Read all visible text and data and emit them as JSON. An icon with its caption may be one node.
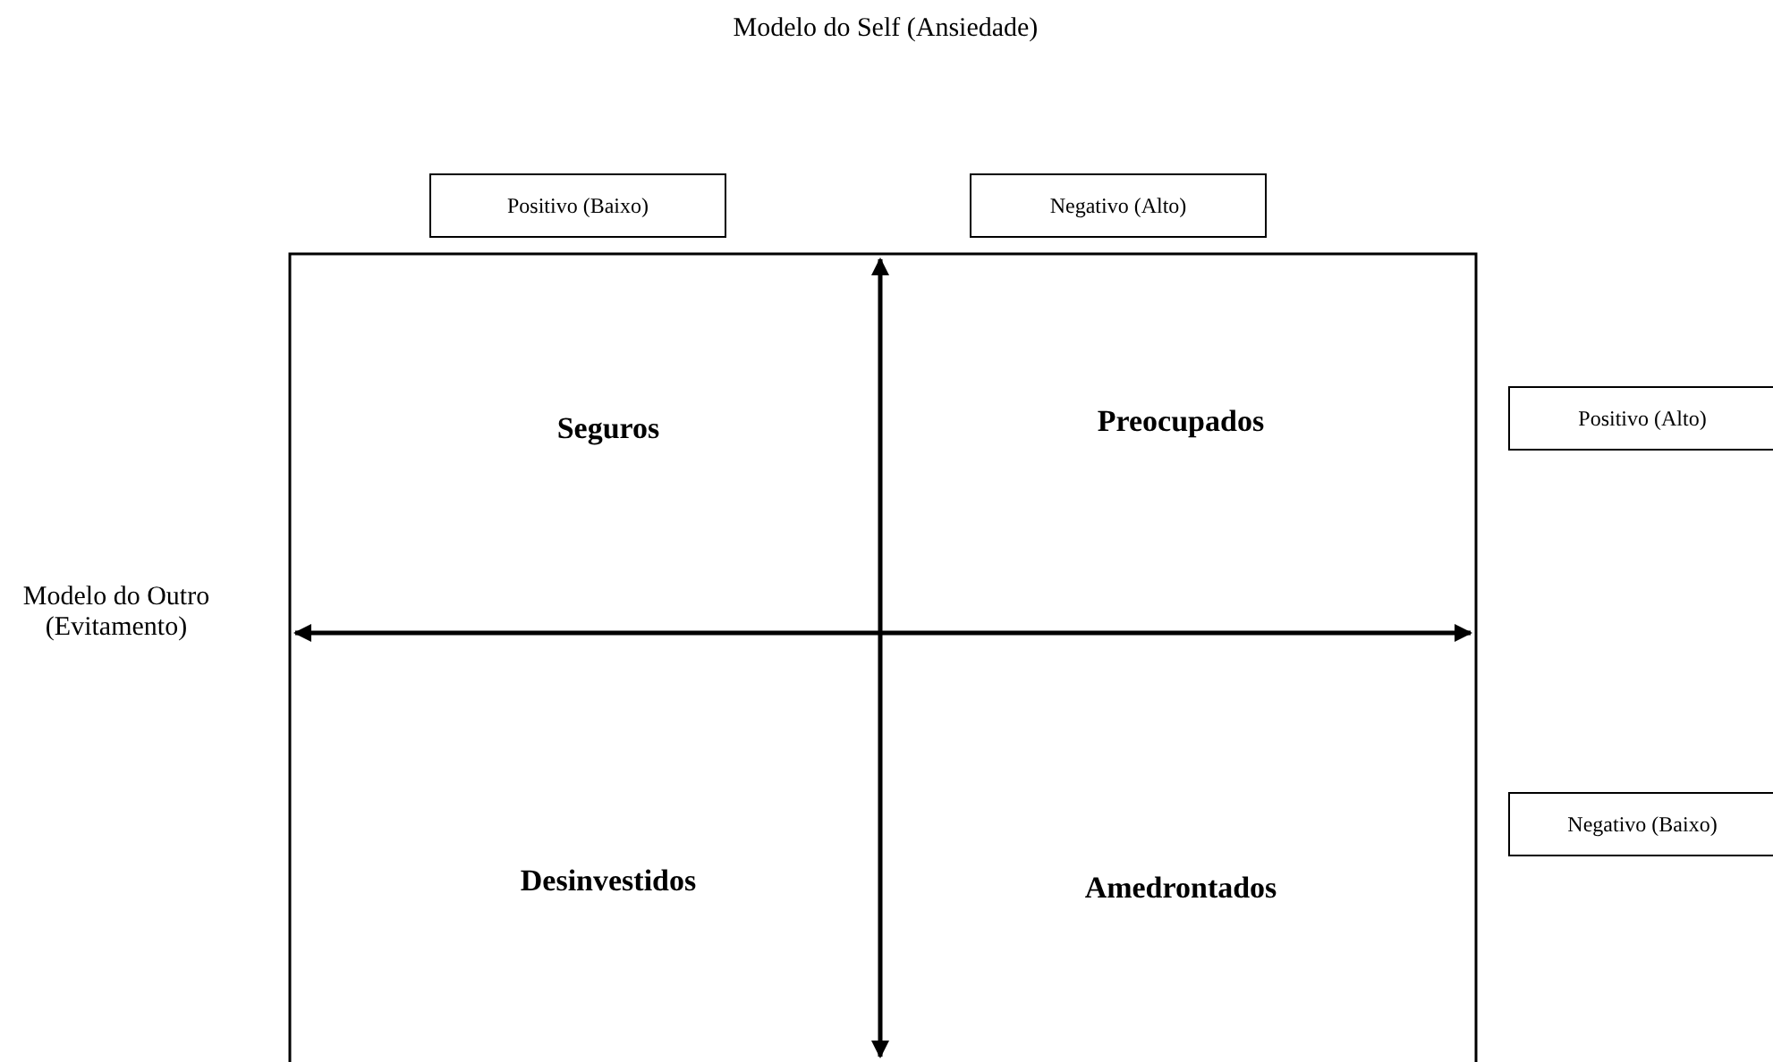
{
  "diagram": {
    "nodes": [
      {
        "text": [
          "Positivo (Baixo)"
        ]
      },
      {
        "text": [
          "Negativo (Alto)"
        ]
      },
      {
        "text": [
          "Positivo (Alto)"
        ]
      },
      {
        "text": [
          "Negativo (Baixo)"
        ]
      }
    ],
    "labels": [
      "Modelo do Self (Ansiedade)",
      "Seguros",
      "Preocupados",
      "Modelo do Outro (Evitamento)",
      "Desinvestidos",
      "Amedrontados"
    ]
  }
}
